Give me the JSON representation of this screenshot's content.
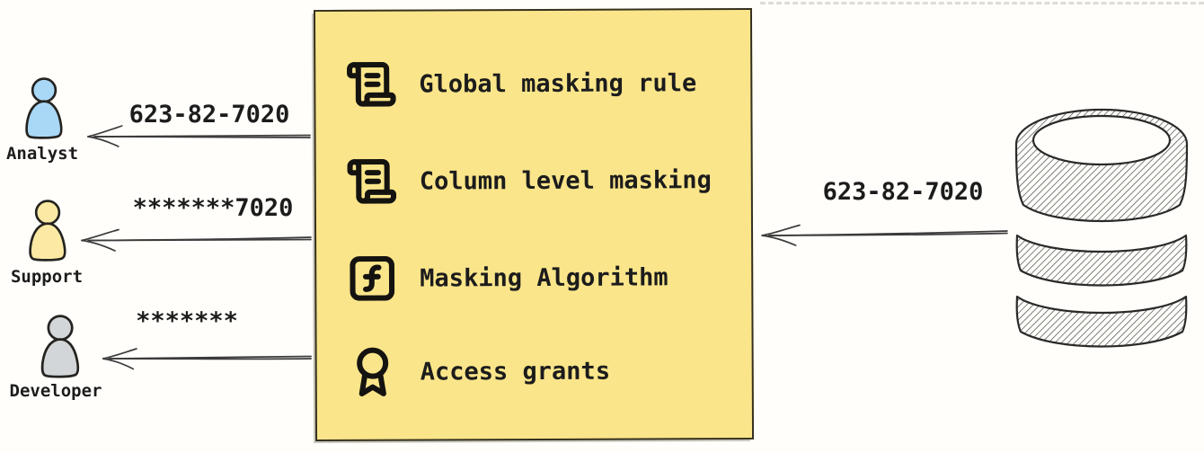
{
  "diagram_title": "data-masking-flow",
  "masking_box": {
    "fill_color": "#fae58a",
    "border_color": "#35301f",
    "items": [
      {
        "icon": "scroll-text-icon",
        "label": "Global masking rule"
      },
      {
        "icon": "scroll-text-icon",
        "label": "Column level masking"
      },
      {
        "icon": "function-square-icon",
        "label": "Masking Algorithm"
      },
      {
        "icon": "award-icon",
        "label": "Access grants"
      }
    ]
  },
  "consumers": [
    {
      "role": "Analyst",
      "received_value": "623-82-7020",
      "icon_color": "#a9d8f7"
    },
    {
      "role": "Support",
      "received_value": "*******7020",
      "icon_color": "#fbe9a4"
    },
    {
      "role": "Developer",
      "received_value": "*******",
      "icon_color": "#d3d6d9"
    }
  ],
  "source": {
    "icon": "database-icon",
    "sent_value": "623-82-7020"
  },
  "arrow_color": "#3b3b3b",
  "text_color": "#1c1c1c"
}
